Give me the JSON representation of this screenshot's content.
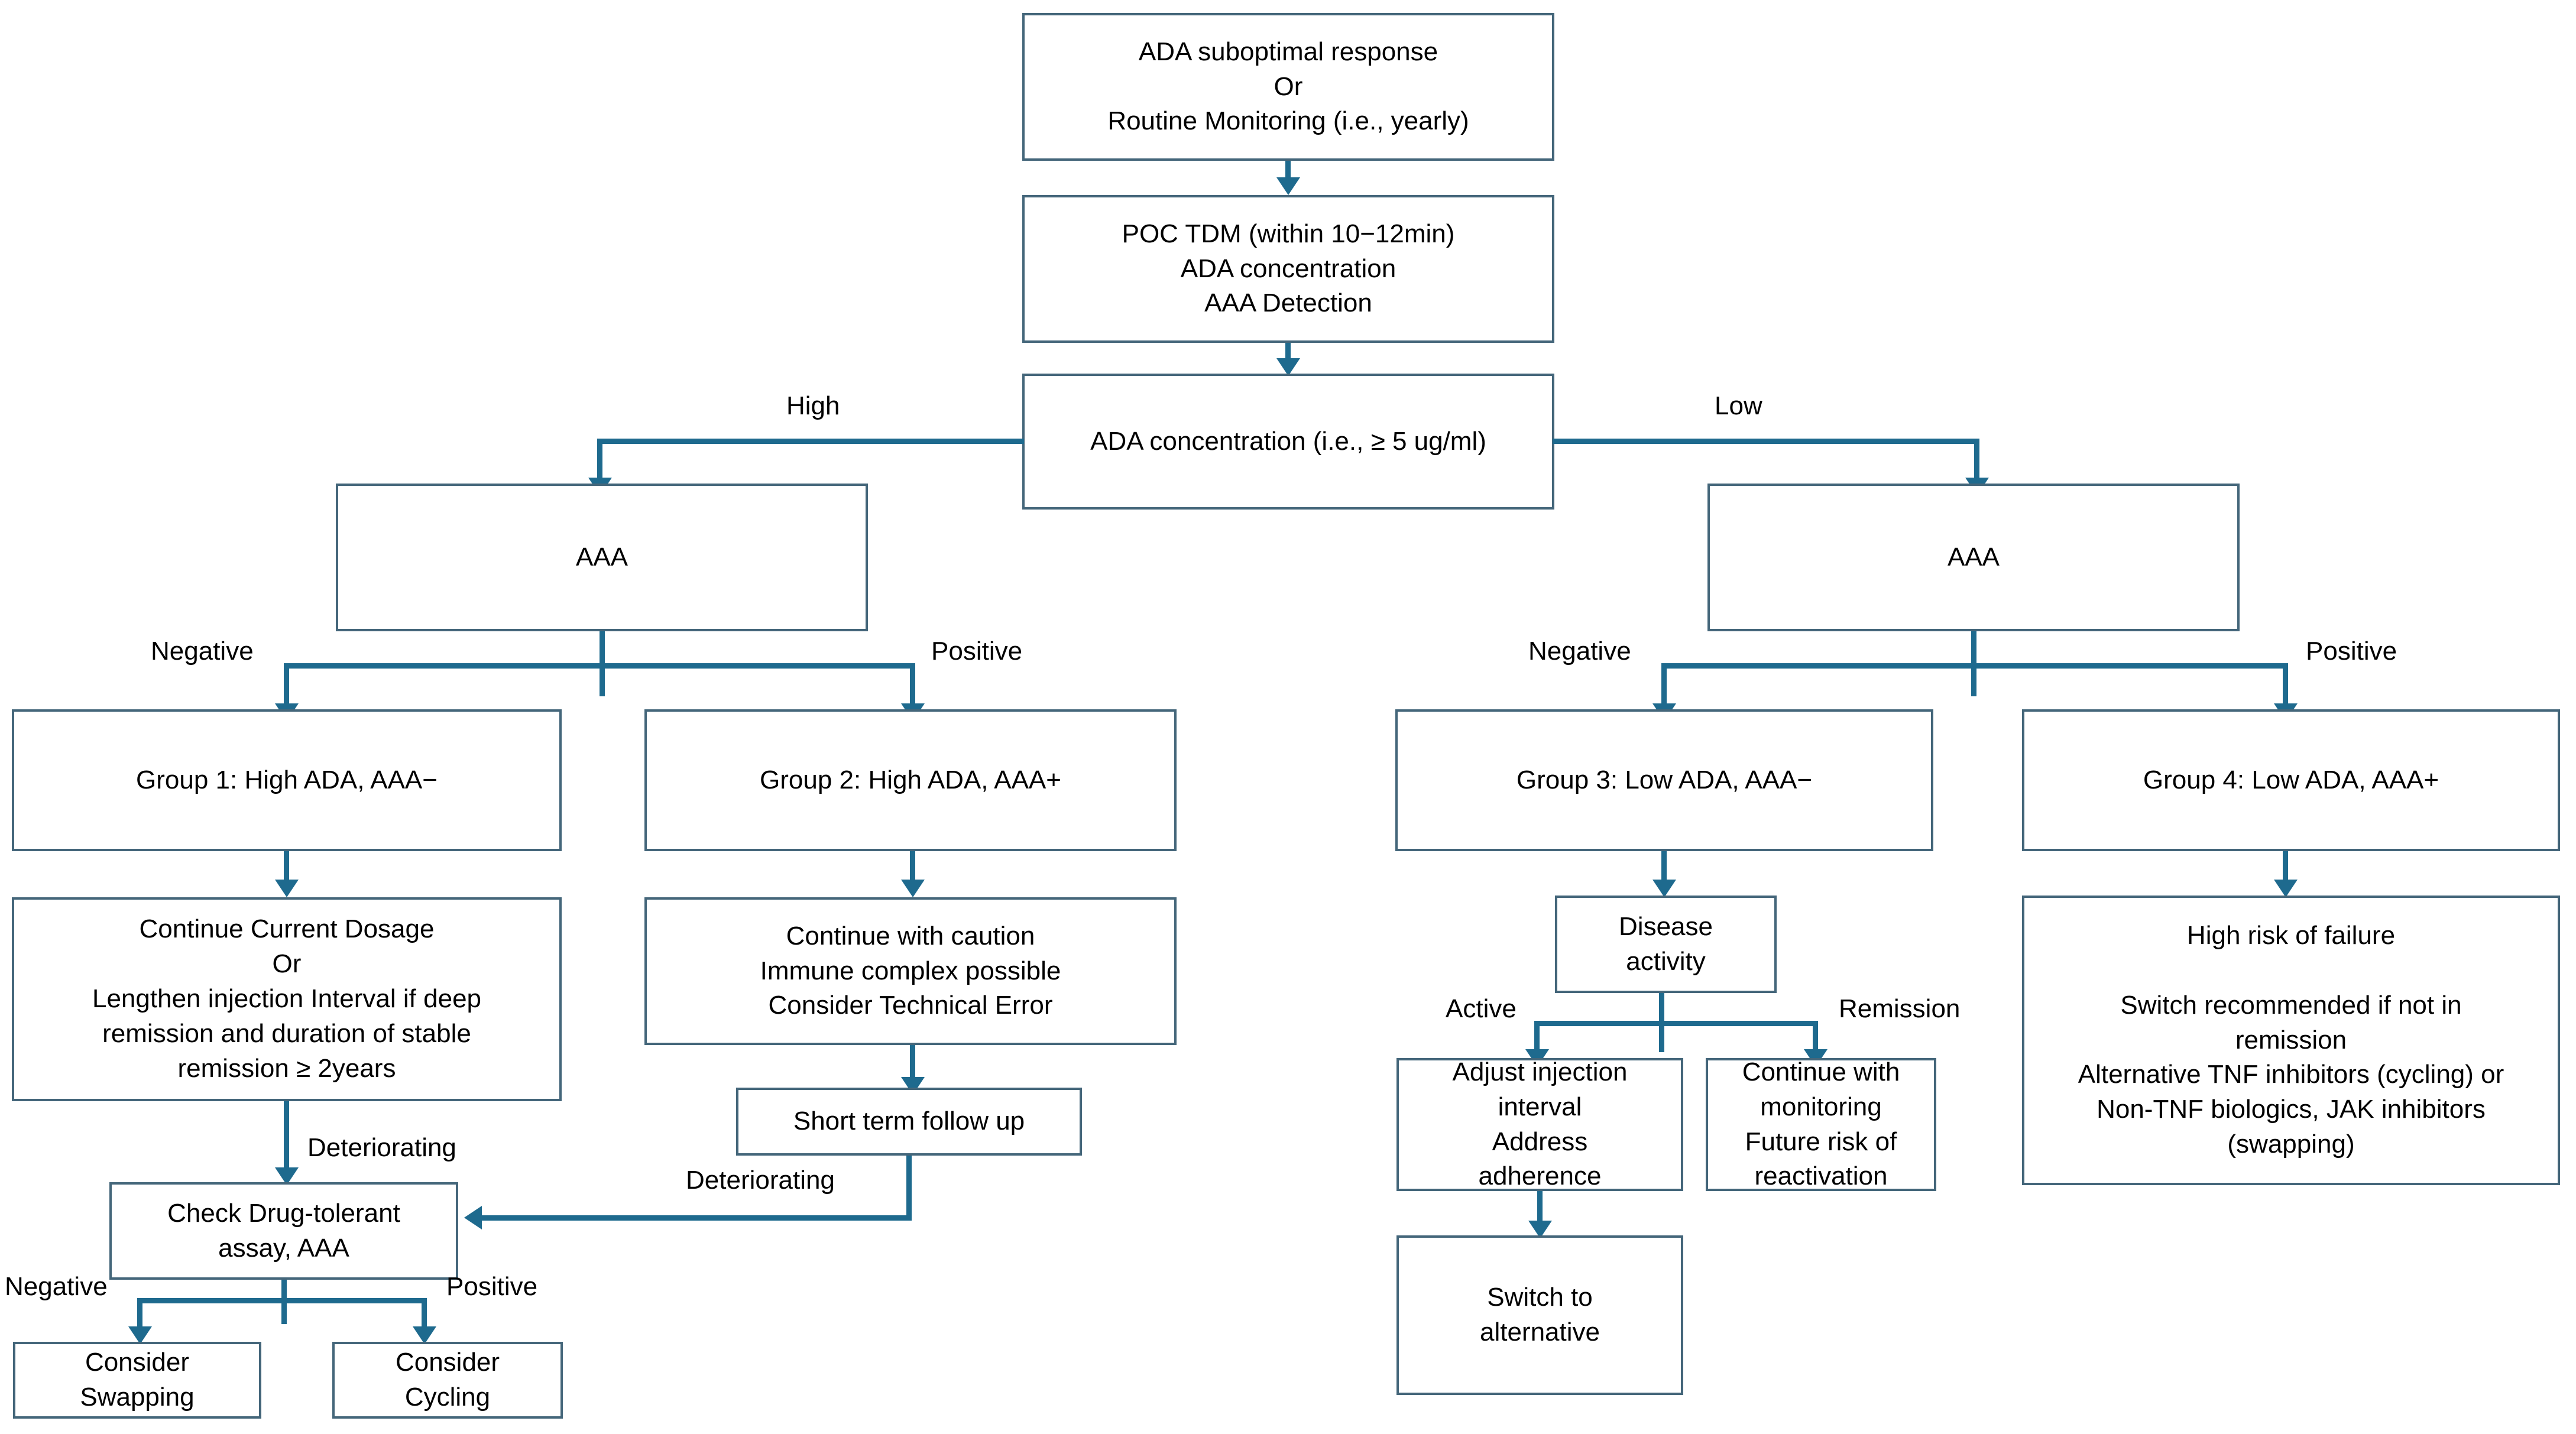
{
  "diagram": {
    "title": "ADA therapeutic drug monitoring decision flowchart",
    "accent_border_color": "#44667a",
    "accent_arrow_color": "#1e6a8e",
    "background_color": "#ffffff",
    "text_color": "#000000"
  },
  "nodes": {
    "start": "ADA suboptimal response\nOr\nRoutine Monitoring (i.e., yearly)",
    "poc_tdm": "POC TDM (within 10−12min)\nADA concentration\nAAA Detection",
    "ada_concentration": "ADA concentration (i.e., ≥ 5 ug/ml)",
    "aaa_high": "AAA",
    "aaa_low": "AAA",
    "group1": "Group 1: High ADA, AAA−",
    "group2": "Group 2: High ADA, AAA+",
    "group3": "Group 3: Low ADA, AAA−",
    "group4": "Group 4: Low ADA, AAA+",
    "group1_action": "Continue Current Dosage\nOr\nLengthen injection Interval if deep\nremission and duration of stable\nremission  ≥ 2years",
    "group2_action": "Continue with caution\nImmune complex possible\nConsider Technical Error",
    "short_term_follow_up": "Short term follow up",
    "check_drug_tolerant": "Check Drug-tolerant\nassay, AAA",
    "consider_swapping": "Consider\nSwapping",
    "consider_cycling": "Consider\nCycling",
    "disease_activity": "Disease\nactivity",
    "adjust_injection": "Adjust injection\ninterval\nAddress\nadherence",
    "continue_monitoring": "Continue with\nmonitoring\nFuture risk of\nreactivation",
    "switch_to_alternative": "Switch to\nalternative",
    "group4_action": "High risk of failure\n\nSwitch recommended if not in\nremission\nAlternative TNF inhibitors (cycling) or\nNon-TNF biologics, JAK inhibitors\n(swapping)"
  },
  "edge_labels": {
    "high": "High",
    "low": "Low",
    "negative_high": "Negative",
    "positive_high": "Positive",
    "negative_low": "Negative",
    "positive_low": "Positive",
    "deteriorating_group1": "Deteriorating",
    "deteriorating_followup": "Deteriorating",
    "negative_assay": "Negative",
    "positive_assay": "Positive",
    "active": "Active",
    "remission": "Remission"
  }
}
